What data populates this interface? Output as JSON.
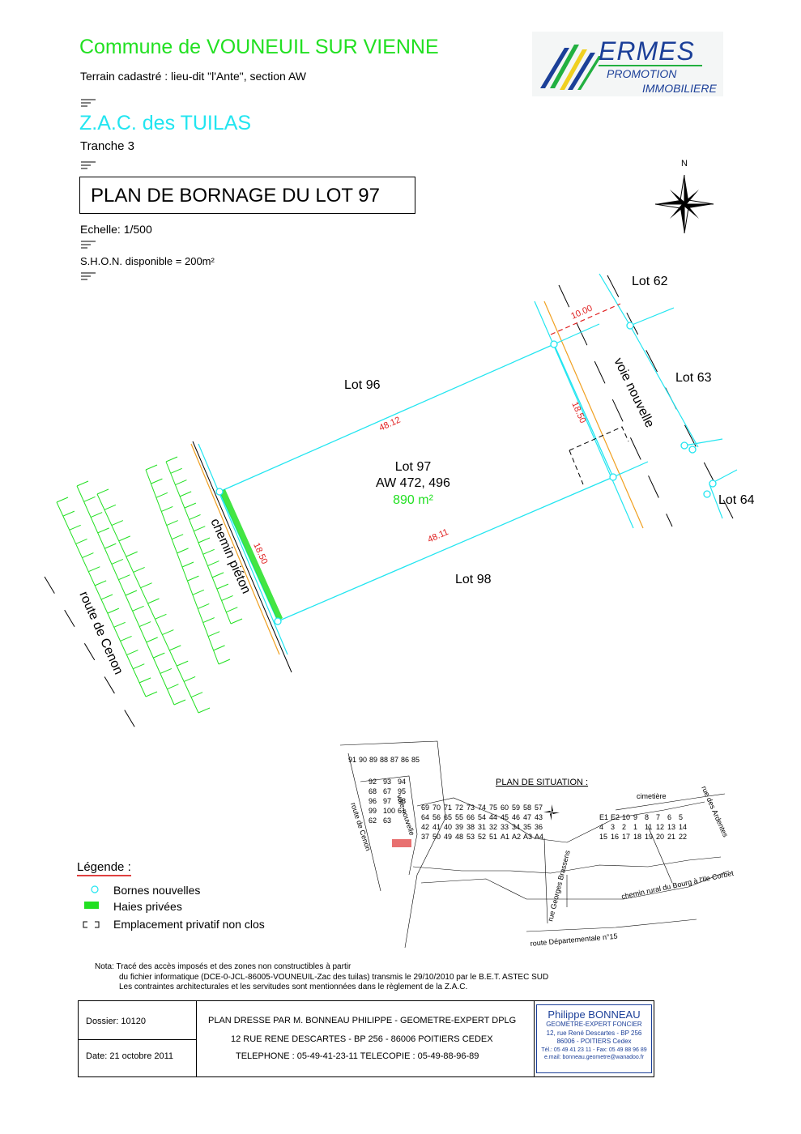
{
  "header": {
    "commune": "Commune de VOUNEUIL SUR VIENNE",
    "terrain": "Terrain cadastré : lieu-dit \"l'Ante\", section AW",
    "zac": "Z.A.C. des TUILAS",
    "tranche": "Tranche 3",
    "plan_title": "PLAN DE BORNAGE DU LOT 97",
    "echelle": "Echelle: 1/500",
    "shon": "S.H.O.N. disponible = 200m²"
  },
  "logo": {
    "name": "ERMES",
    "line1": "PROMOTION",
    "line2": "IMMOBILIERE"
  },
  "compass": {
    "label": "N"
  },
  "plan": {
    "lot_62": "Lot 62",
    "lot_63": "Lot 63",
    "lot_64": "Lot 64",
    "lot_96": "Lot 96",
    "lot_98": "Lot 98",
    "lot_97": "Lot 97",
    "lot_97_ref": "AW 472, 496",
    "lot_97_area": "890 m²",
    "dim_top": "48.12",
    "dim_bottom": "48.11",
    "dim_right": "18.50",
    "dim_left": "18.50",
    "dim_road": "10.00",
    "voie_nouvelle": "voie nouvelle",
    "chemin_pieton": "chemin piéton",
    "route_cenon": "route de Cenon"
  },
  "situation": {
    "title": "PLAN DE SITUATION :",
    "cimetiere": "cimetière",
    "rue_ardentes": "rue des Ardentes",
    "route_cenon": "route de Cenon",
    "voie_nouvelle": "voie nouvelle",
    "rue_brassens": "rue Georges Brassens",
    "chemin_rural": "chemin rural du Bourg à l'Ile Corbet",
    "route_dep": "route Départementale n°15",
    "lots_top": [
      "91",
      "90",
      "89",
      "88",
      "87",
      "86",
      "85"
    ],
    "lots_left": [
      "92",
      "93",
      "94",
      "68",
      "67",
      "95",
      "96",
      "97",
      "98",
      "99",
      "100",
      "61",
      "62",
      "63"
    ],
    "lots_mid": [
      "69",
      "70",
      "71",
      "72",
      "73",
      "74",
      "75",
      "60",
      "59",
      "58",
      "57",
      "64",
      "56",
      "65",
      "55",
      "66",
      "54",
      "44",
      "45",
      "46",
      "47",
      "43",
      "42",
      "41",
      "40",
      "39",
      "38",
      "31",
      "32",
      "33",
      "34",
      "35",
      "36",
      "37",
      "50",
      "49",
      "48",
      "53",
      "52",
      "51",
      "A1",
      "A2",
      "A3",
      "A4"
    ],
    "lots_right": [
      "E1",
      "E2",
      "10",
      "9",
      "8",
      "7",
      "6",
      "5",
      "4",
      "3",
      "2",
      "1",
      "11",
      "12",
      "13",
      "14",
      "15",
      "16",
      "17",
      "18",
      "19",
      "20",
      "21",
      "22"
    ]
  },
  "legend": {
    "title": "Légende :",
    "items": [
      "Bornes nouvelles",
      "Haies privées",
      "Emplacement privatif non clos"
    ]
  },
  "nota": {
    "line1": "Nota: Tracé des accès imposés et des zones non constructibles à partir",
    "line2": "du fichier informatique (DCE-0-JCL-86005-VOUNEUIL-Zac des tuilas) transmis  le 29/10/2010 par le B.E.T. ASTEC SUD",
    "line3": "Les contraintes architecturales et les servitudes sont mentionnées dans le règlement de la Z.A.C."
  },
  "footer": {
    "dossier": "Dossier: 10120",
    "date": "Date: 21 octobre 2011",
    "line1": "PLAN DRESSE PAR M. BONNEAU PHILIPPE - GEOMETRE-EXPERT DPLG",
    "line2": "12 RUE RENE DESCARTES - BP 256 - 86006 POITIERS CEDEX",
    "line3": "TELEPHONE : 05-49-41-23-11  TELECOPIE : 05-49-88-96-89",
    "stamp_name": "Philippe BONNEAU",
    "stamp_l1": "GEOMETRE-EXPERT FONCIER",
    "stamp_l2": "12, rue René Descartes - BP 256",
    "stamp_l3": "86006 -  POITIERS Cedex",
    "stamp_l4": "Tél.: 05 49 41 23 11 - Fax: 05 49 88 96 89",
    "stamp_l5": "e.mail: bonneau.geometre@wanadoo.fr"
  },
  "colors": {
    "green": "#22e022",
    "cyan": "#22e5f0",
    "orange": "#f0a020",
    "red": "#e02020",
    "brand_blue": "#1b3f98"
  }
}
